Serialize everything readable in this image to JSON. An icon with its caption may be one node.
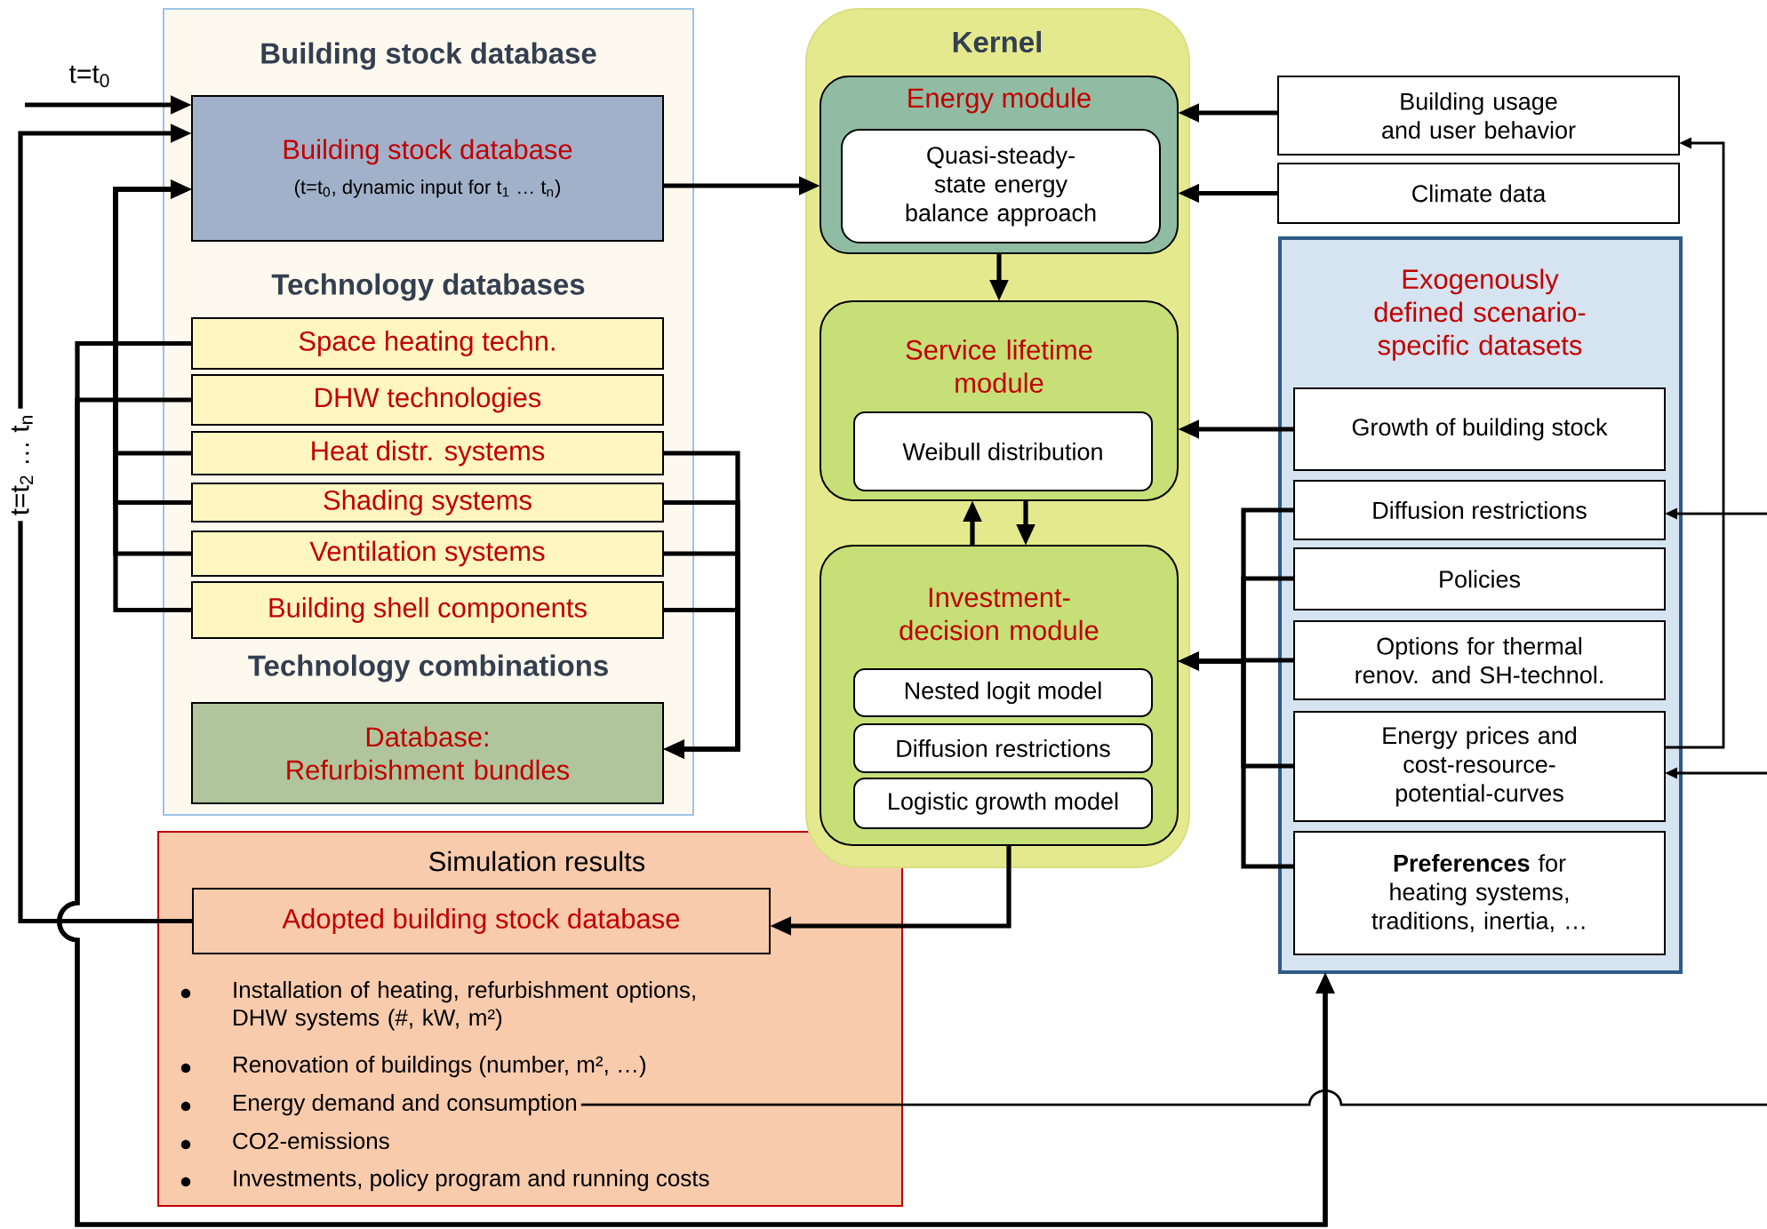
{
  "diagram": {
    "nodes": [
      {
        "text": [
          "Building stock database",
          "Technology databases",
          "Technology combinations"
        ]
      },
      {
        "text": [
          "Building stock database",
          "(t=t$_{0}$, dynamic input for t$_{1}$ … t$_{n}$)"
        ],
        "in": 0
      },
      {
        "text": [
          "Space heating techn."
        ],
        "in": 0
      },
      {
        "text": [
          "DHW technologies"
        ],
        "in": 0
      },
      {
        "text": [
          "Heat distr. systems"
        ],
        "in": 0
      },
      {
        "text": [
          "Shading systems"
        ],
        "in": 0
      },
      {
        "text": [
          "Ventilation systems"
        ],
        "in": 0
      },
      {
        "text": [
          "Building shell components"
        ],
        "in": 0
      },
      {
        "text": [
          "Database: Refurbishment bundles"
        ],
        "in": 0
      },
      {
        "text": [
          "Simulation results"
        ]
      },
      {
        "text": [
          "Adopted building stock database"
        ],
        "in": 9
      },
      {
        "text": [
          "Installation of heating, refurbishment options, DHW systems (#, kW, m²)"
        ],
        "in": 9
      },
      {
        "text": [
          "Renovation of buildings (number, m², …)"
        ],
        "in": 9
      },
      {
        "text": [
          "Energy demand and consumption"
        ],
        "in": 9
      },
      {
        "text": [
          "CO2-emissions"
        ],
        "in": 9
      },
      {
        "text": [
          "Investments, policy program and running costs"
        ],
        "in": 9
      },
      {
        "text": [
          "Kernel"
        ]
      },
      {
        "text": [
          "Energy module"
        ],
        "in": 16
      },
      {
        "text": [
          "Quasi-steady-state energy balance approach"
        ],
        "in": 17
      },
      {
        "text": [
          "Service lifetime module"
        ],
        "in": 16
      },
      {
        "text": [
          "Weibull distribution"
        ],
        "in": 19
      },
      {
        "text": [
          "Investment-decision module"
        ],
        "in": 16
      },
      {
        "text": [
          "Nested logit model"
        ],
        "in": 21
      },
      {
        "text": [
          "Diffusion restrictions"
        ],
        "in": 21
      },
      {
        "text": [
          "Logistic growth model"
        ],
        "in": 21
      },
      {
        "text": [
          "Building usage and user behavior"
        ]
      },
      {
        "text": [
          "Climate data"
        ]
      },
      {
        "text": [
          "Exogenously defined scenario-specific datasets"
        ]
      },
      {
        "text": [
          "Growth of building stock"
        ],
        "in": 27
      },
      {
        "text": [
          "Diffusion restrictions"
        ],
        "in": 27
      },
      {
        "text": [
          "Policies"
        ],
        "in": 27
      },
      {
        "text": [
          "Options for thermal renov. and SH-technol."
        ],
        "in": 27
      },
      {
        "text": [
          "Energy prices and cost-resource-potential-curves"
        ],
        "in": 27
      },
      {
        "text": [
          "**Preferences** for heating systems, traditions, inertia, …"
        ],
        "in": 27
      }
    ],
    "edges": [
      {
        "from": null,
        "to": 1,
        "arrow": "to",
        "label": "t=t$_{0}$"
      },
      {
        "from": 10,
        "to": 1,
        "arrow": "to",
        "label": "t=t$_{2}$ … t$_{n}$"
      },
      {
        "from": 4,
        "to": 1,
        "arrow": "to"
      },
      {
        "from": 5,
        "to": 1,
        "arrow": "to"
      },
      {
        "from": 6,
        "to": 1,
        "arrow": "to"
      },
      {
        "from": 7,
        "to": 1,
        "arrow": "to"
      },
      {
        "from": 4,
        "to": 8,
        "arrow": "to"
      },
      {
        "from": 5,
        "to": 8,
        "arrow": "to"
      },
      {
        "from": 6,
        "to": 8,
        "arrow": "to"
      },
      {
        "from": 7,
        "to": 8,
        "arrow": "to"
      },
      {
        "from": 1,
        "to": 17,
        "arrow": "to"
      },
      {
        "from": 17,
        "to": 19,
        "arrow": "to"
      },
      {
        "from": 21,
        "to": 19,
        "arrow": "to"
      },
      {
        "from": 19,
        "to": 21,
        "arrow": "to"
      },
      {
        "from": 21,
        "to": 10,
        "arrow": "to"
      },
      {
        "from": 25,
        "to": 17,
        "arrow": "to"
      },
      {
        "from": 26,
        "to": 17,
        "arrow": "to"
      },
      {
        "from": 28,
        "to": 19,
        "arrow": "to"
      },
      {
        "from": 29,
        "to": 21,
        "arrow": "to"
      },
      {
        "from": 30,
        "to": 21,
        "arrow": "to"
      },
      {
        "from": 31,
        "to": 21,
        "arrow": "to"
      },
      {
        "from": 32,
        "to": 21,
        "arrow": "to"
      },
      {
        "from": 33,
        "to": 21,
        "arrow": "to"
      },
      {
        "from": 32,
        "to": 25,
        "arrow": "to"
      },
      {
        "from": null,
        "to": 29,
        "arrow": "to"
      },
      {
        "from": null,
        "to": 32,
        "arrow": "to"
      },
      {
        "from": 13,
        "to": null,
        "arrow": "none"
      },
      {
        "from": 2,
        "to": 27,
        "arrow": "to"
      },
      {
        "from": 3,
        "to": 27,
        "arrow": "to"
      }
    ]
  }
}
